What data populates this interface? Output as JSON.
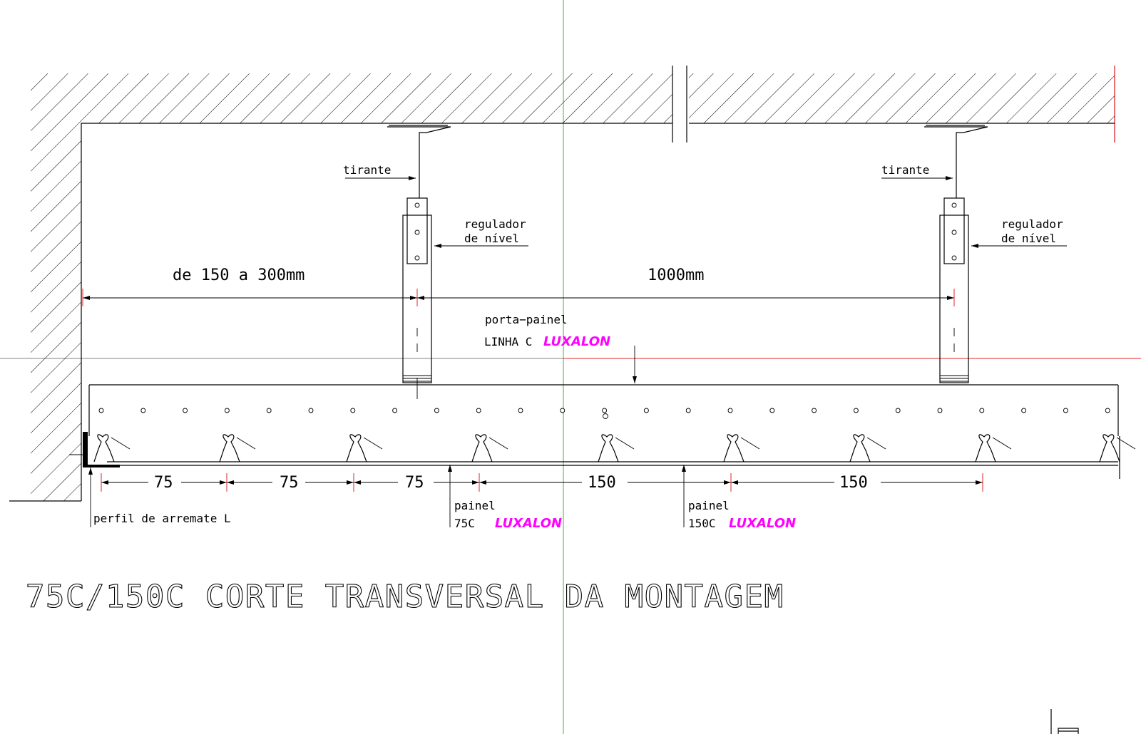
{
  "title": "75C/150C CORTE TRANSVERSAL DA MONTAGEM",
  "brand": "LUXALON",
  "brand_color": "#ff00ff",
  "labels": {
    "tirante": "tirante",
    "regulador_line1": "regulador",
    "regulador_line2": "de nível",
    "dim_wall": "de 150 a 300mm",
    "dim_span": "1000mm",
    "porta_line1": "porta−painel",
    "porta_line2": "LINHA C",
    "perfil": "perfil de arremate L",
    "painel": "painel",
    "painel_75": "75C",
    "painel_150": "150C"
  },
  "dimensions": [
    "75",
    "75",
    "75",
    "150",
    "150"
  ]
}
